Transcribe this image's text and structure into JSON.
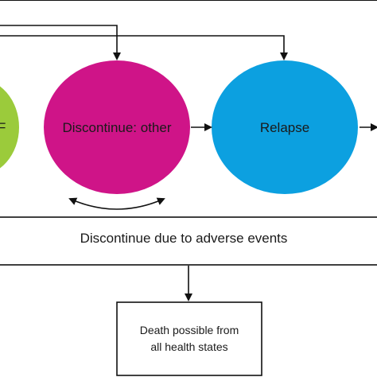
{
  "nodes": {
    "left_partial": {
      "label": "F",
      "color": "#9bcb3b"
    },
    "discontinue_other": {
      "label": "Discontinue: other",
      "color": "#cf1488"
    },
    "relapse": {
      "label": "Relapse",
      "color": "#0ca0e0"
    }
  },
  "band": {
    "label": "Discontinue due to adverse events"
  },
  "death_box": {
    "line1": "Death possible from",
    "line2": "all health states"
  },
  "colors": {
    "stroke": "#111111",
    "background": "#ffffff"
  }
}
